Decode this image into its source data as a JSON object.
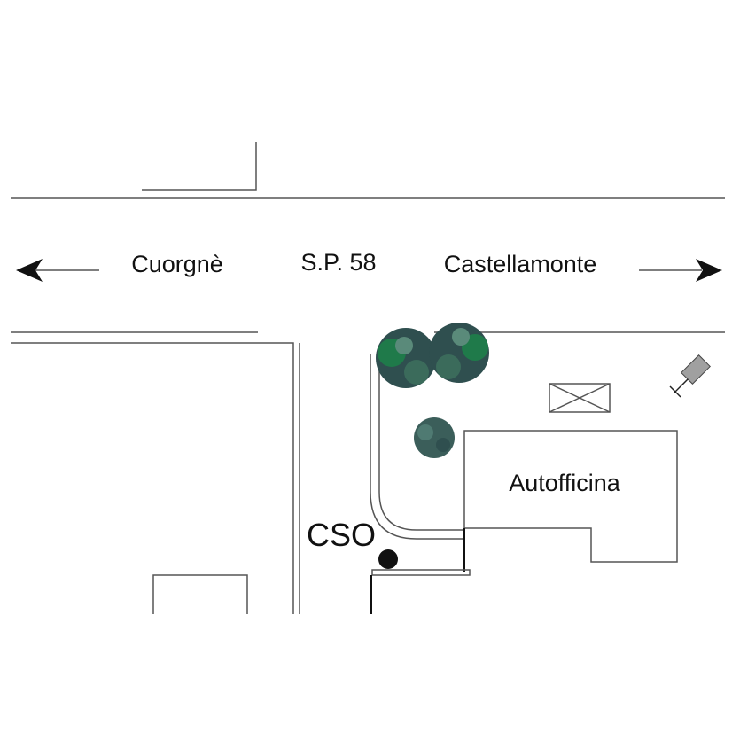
{
  "map": {
    "road_name": "S.P. 58",
    "direction_west": "Cuorgnè",
    "direction_east": "Castellamonte",
    "building_label": "Autofficina",
    "marker_label": "CSO"
  },
  "colors": {
    "line": "#555555",
    "dark_line": "#111111",
    "tree_dark": "#2f4f4f",
    "tree_green": "#1f7a4a",
    "camera": "#a0a0a0",
    "marker": "#111111"
  }
}
